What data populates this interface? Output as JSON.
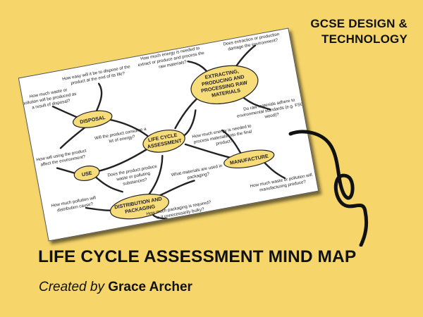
{
  "subject": {
    "line1": "GCSE DESIGN &",
    "line2": "TECHNOLOGY"
  },
  "title": "LIFE CYCLE ASSESSMENT MIND MAP",
  "credit": {
    "prefix": "Created by",
    "name": "Grace Archer"
  },
  "colors": {
    "background": "#f6d66a",
    "node_fill": "#f7dc7a",
    "text": "#111111"
  },
  "mindmap": {
    "center": {
      "line1": "LIFE CYCLE",
      "line2": "ASSESSMENT"
    },
    "disposal": {
      "label": "DISPOSAL",
      "q1": [
        "How easy will it be to dispose of the",
        "product at the end of its life?"
      ],
      "q2": [
        "How much waste or",
        "pollution will be produced as",
        "a result of disposal?"
      ]
    },
    "extracting": {
      "label": [
        "EXTRACTING,",
        "PRODUCING AND",
        "PROCESSING RAW",
        "MATERIALS"
      ],
      "q1": [
        "How much energy is needed to",
        "extract or produce and process the",
        "raw materials?"
      ],
      "q2": [
        "Does extraction or production",
        "damage the environment?"
      ],
      "q3": [
        "Do raw materials adhere to",
        "environmental standards (e.g. FSC",
        "wood)?"
      ]
    },
    "use": {
      "label": "USE",
      "q1": [
        "How will using the product",
        "affect the environment?"
      ],
      "q2": [
        "Will the product consume a",
        "lot of energy?"
      ],
      "q3": [
        "Does the product produce",
        "waste or polluting",
        "substances?"
      ]
    },
    "manufacture": {
      "label": "MANUFACTURE",
      "q1": [
        "How much energy is needed to",
        "process materials into the final",
        "product?"
      ],
      "q2": [
        "How much waste or pollution will",
        "manufacturing produce?"
      ]
    },
    "distribution": {
      "label": [
        "DISTRIBUTION AND",
        "PACKAGING"
      ],
      "q1": [
        "How much pollution will",
        "distribution cause?"
      ],
      "q2": [
        "What materials are used in",
        "packaging?"
      ],
      "q3": [
        "How much packaging is required?",
        "Is it unnecessarily bulky?"
      ]
    }
  }
}
